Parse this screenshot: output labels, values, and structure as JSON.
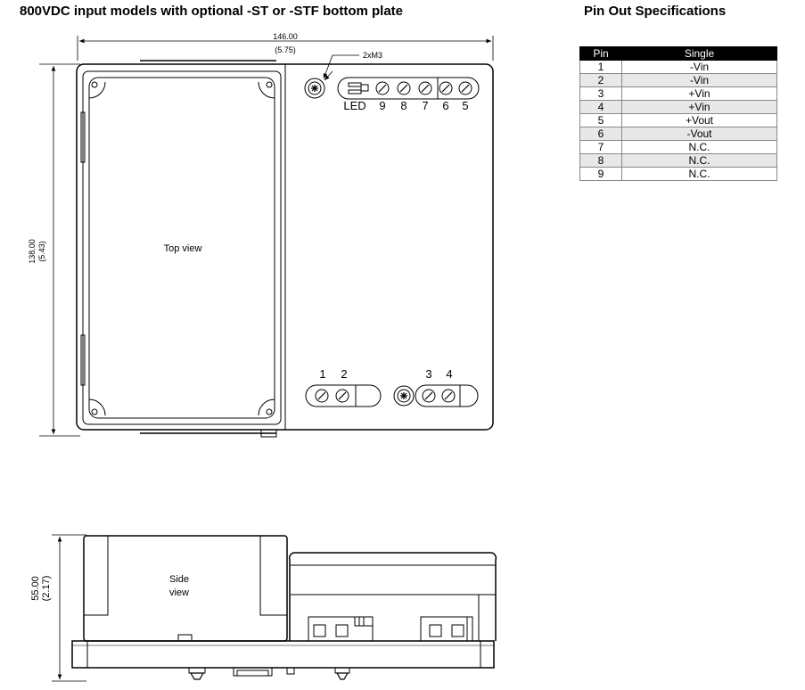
{
  "header": {
    "title": "800VDC input models with optional -ST or -STF bottom plate",
    "pin_title": "Pin Out Specifications"
  },
  "dimensions": {
    "width_mm": "146.00",
    "width_in": "(5.75)",
    "height_mm": "138.00",
    "height_in": "(5.43)",
    "side_height_mm": "55.00",
    "side_height_in": "(2.17)"
  },
  "labels": {
    "mount": "2xM3",
    "led": "LED",
    "top_view": "Top view",
    "side_view_line1": "Side",
    "side_view_line2": "view",
    "terminal_numbers_top": [
      "9",
      "8",
      "7",
      "6",
      "5"
    ],
    "terminal_numbers_bottom": [
      "1",
      "2",
      "3",
      "4"
    ]
  },
  "pin_table": {
    "headers": [
      "Pin",
      "Single"
    ],
    "rows": [
      [
        "1",
        "-Vin"
      ],
      [
        "2",
        "-Vin"
      ],
      [
        "3",
        "+Vin"
      ],
      [
        "4",
        "+Vin"
      ],
      [
        "5",
        "+Vout"
      ],
      [
        "6",
        "-Vout"
      ],
      [
        "7",
        "N.C."
      ],
      [
        "8",
        "N.C."
      ],
      [
        "9",
        "N.C."
      ]
    ]
  }
}
